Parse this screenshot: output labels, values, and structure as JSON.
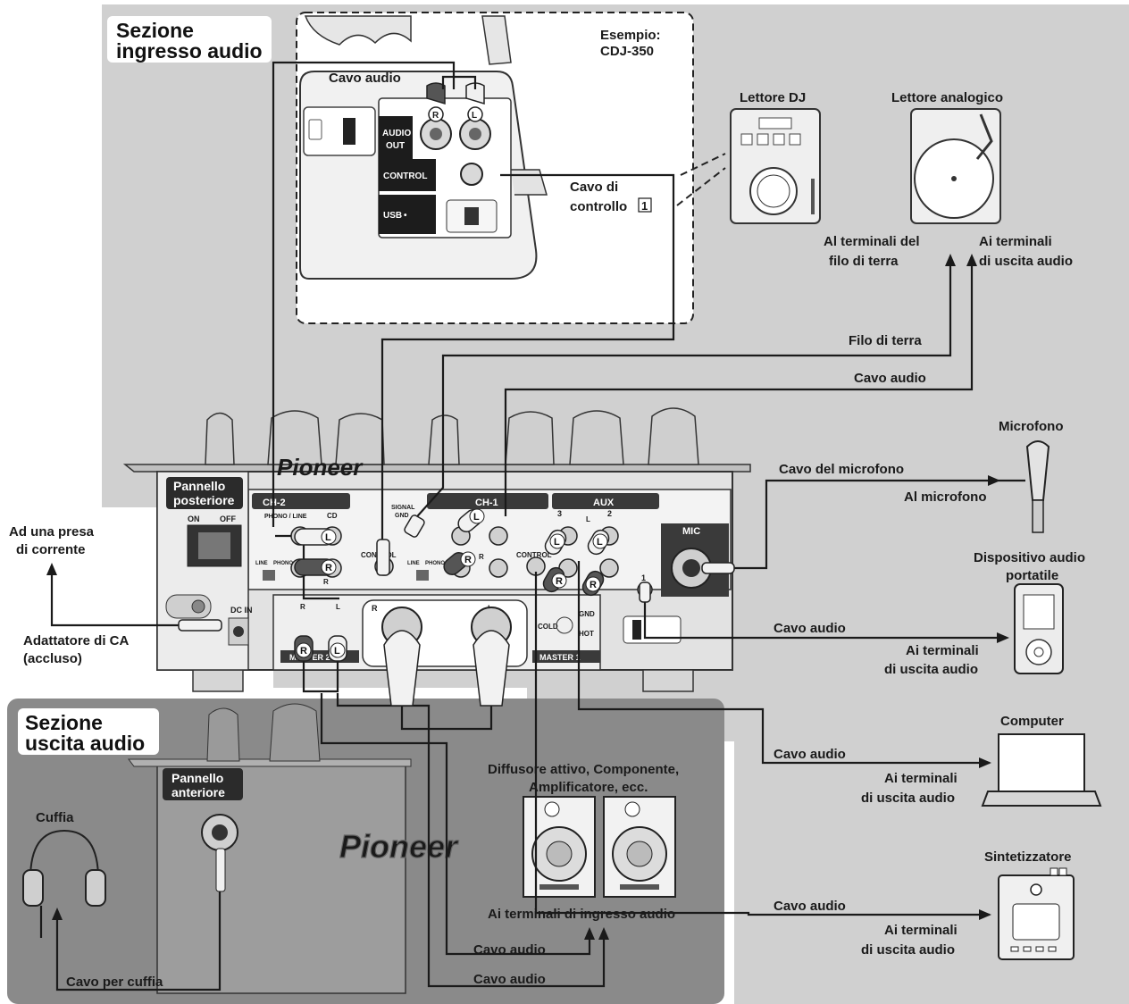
{
  "sections": {
    "input_title": [
      "Sezione",
      "ingresso audio"
    ],
    "output_title": [
      "Sezione",
      "uscita audio"
    ]
  },
  "example": [
    "Esempio:",
    "CDJ-350"
  ],
  "cdj_panel": {
    "audio_out": [
      "AUDIO",
      "OUT"
    ],
    "control": "CONTROL",
    "usb": "USB"
  },
  "devices": {
    "dj_player": "Lettore DJ",
    "analog_player": "Lettore analogico",
    "microphone": "Microfono",
    "portable": [
      "Dispositivo audio",
      "portatile"
    ],
    "computer": "Computer",
    "synth": "Sintetizzatore",
    "speakers": [
      "Diffusore attivo, Componente,",
      "Amplificatore, ecc."
    ],
    "headphones": "Cuffia"
  },
  "labels": {
    "audio_cable": "Cavo audio",
    "control_cable": [
      "Cavo di",
      "controllo"
    ],
    "control_cable_num": "1",
    "ground_terminals": [
      "Al terminali del",
      "filo di terra"
    ],
    "output_terminals": [
      "Ai terminali",
      "di uscita audio"
    ],
    "ground_wire": "Filo di terra",
    "mic_cable": "Cavo del microfono",
    "to_mic": "Al microfono",
    "to_outlet": [
      "Ad una presa",
      "di corrente"
    ],
    "ac_adapter": [
      "Adattatore di CA",
      "(accluso)"
    ],
    "input_terminals": "Ai terminali di ingresso audio",
    "headphone_cable": "Cavo per cuffia",
    "rear_panel": [
      "Pannello",
      "posteriore"
    ],
    "front_panel": [
      "Pannello",
      "anteriore"
    ]
  },
  "mixer_panel": {
    "ch2": "CH-2",
    "ch1": "CH-1",
    "aux": "AUX",
    "mic": "MIC",
    "phono_line": "PHONO / LINE",
    "cd": "CD",
    "signal_gnd": [
      "SIGNAL",
      "GND"
    ],
    "control": "CONTROL",
    "on": "ON",
    "off": "OFF",
    "dc_in": "DC IN",
    "master1": "MASTER 1",
    "master2": "MASTER 2",
    "cold": "COLD",
    "gnd": "GND",
    "hot": "HOT",
    "r": "R",
    "l": "L",
    "n1": "1",
    "n2": "2",
    "n3": "3",
    "line": "LINE",
    "phono": "PHONO",
    "brand": "Pioneer"
  }
}
